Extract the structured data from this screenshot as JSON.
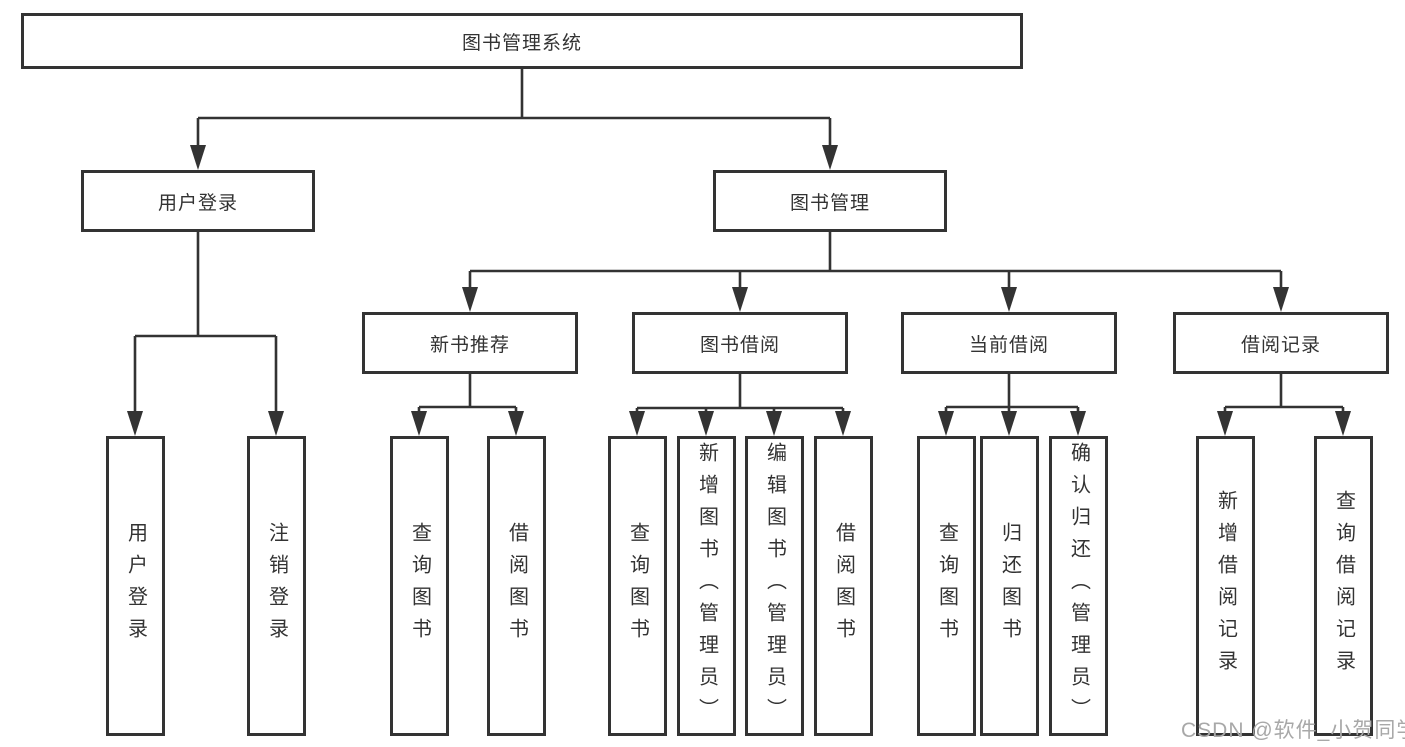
{
  "diagram": {
    "root": {
      "label": "图书管理系统"
    },
    "level1": [
      {
        "label": "用户登录"
      },
      {
        "label": "图书管理"
      }
    ],
    "level2": [
      {
        "label": "新书推荐"
      },
      {
        "label": "图书借阅"
      },
      {
        "label": "当前借阅"
      },
      {
        "label": "借阅记录"
      }
    ],
    "leaves": {
      "user_login": [
        "用户登录",
        "注销登录"
      ],
      "new_book_recommend": [
        "查询图书",
        "借阅图书"
      ],
      "book_borrow": [
        "查询图书",
        "新增图书（管理员）",
        "编辑图书（管理员）",
        "借阅图书"
      ],
      "current_borrow": [
        "查询图书",
        "归还图书",
        "确认归还（管理员）"
      ],
      "borrow_records": [
        "新增借阅记录",
        "查询借阅记录"
      ]
    }
  },
  "watermark": "CSDN @软件_小贺同学",
  "colors": {
    "line": "#333333",
    "text": "#333333",
    "box_border": "#333333",
    "background": "#ffffff",
    "watermark": "#a8a8a8"
  }
}
